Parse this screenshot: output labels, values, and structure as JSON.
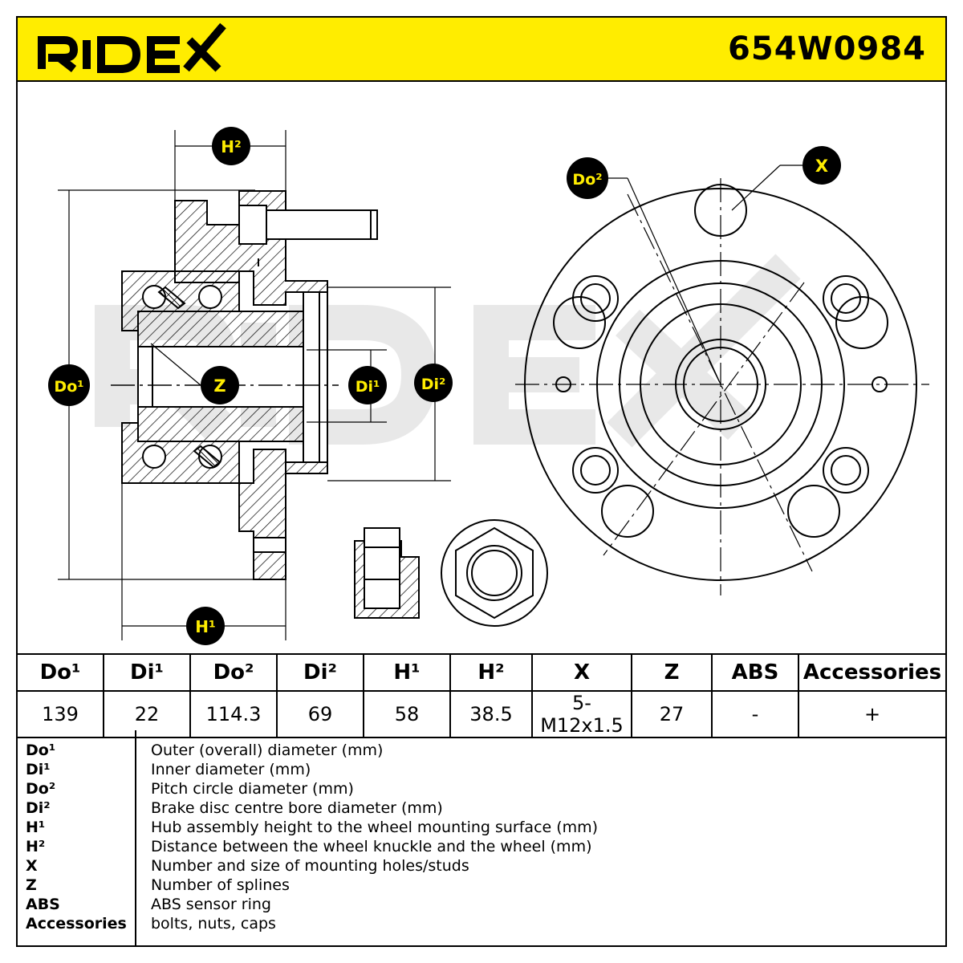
{
  "brand": "RIDEX",
  "part_number": "654W0984",
  "callouts": {
    "h2": "H²",
    "h1": "H¹",
    "do1": "Do¹",
    "di1": "Di¹",
    "di2": "Di²",
    "z": "Z",
    "do2": "Do²",
    "x": "X"
  },
  "table": {
    "headers": [
      "Do¹",
      "Di¹",
      "Do²",
      "Di²",
      "H¹",
      "H²",
      "X",
      "Z",
      "ABS",
      "Accessories"
    ],
    "values": [
      "139",
      "22",
      "114.3",
      "69",
      "58",
      "38.5",
      "5-M12x1.5",
      "27",
      "-",
      "+"
    ]
  },
  "legend": [
    {
      "key": "Do¹",
      "desc": "Outer (overall) diameter (mm)"
    },
    {
      "key": "Di¹",
      "desc": "Inner diameter (mm)"
    },
    {
      "key": "Do²",
      "desc": "Pitch circle diameter (mm)"
    },
    {
      "key": "Di²",
      "desc": "Brake disc centre bore diameter (mm)"
    },
    {
      "key": "H¹",
      "desc": "Hub assembly height to the wheel mounting surface (mm)"
    },
    {
      "key": "H²",
      "desc": "Distance between the wheel knuckle and the wheel (mm)"
    },
    {
      "key": "X",
      "desc": "Number and size of mounting holes/studs"
    },
    {
      "key": "Z",
      "desc": "Number of splines"
    },
    {
      "key": "ABS",
      "desc": "ABS sensor ring"
    },
    {
      "key": "Accessories",
      "desc": "bolts, nuts, caps"
    }
  ],
  "colors": {
    "accent": "#ffed00",
    "callout_bg": "#000000",
    "callout_text": "#ffed00",
    "watermark": "#e6e6e6"
  }
}
